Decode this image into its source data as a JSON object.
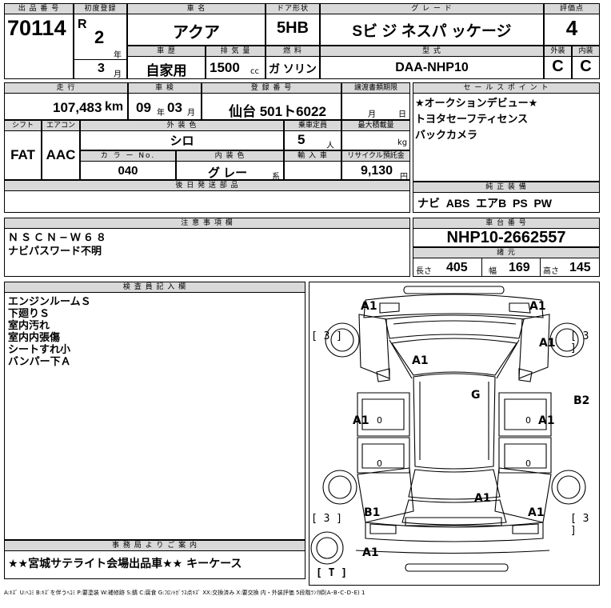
{
  "header": {
    "lot_label": "出 品 番 号",
    "lot_no": "70114",
    "first_reg_label": "初度登録",
    "first_reg_era": "R",
    "first_reg_year": "2",
    "year_unit": "年",
    "first_reg_month": "3",
    "month_unit": "月",
    "model_label": "車 名",
    "model": "アクア",
    "door_label": "ドア形状",
    "door": "5HB",
    "grade_label": "グ レ ー ド",
    "grade": "Sビ ジ ネスパ ッケージ",
    "score_label": "評価点",
    "score": "4",
    "ext_label": "外装",
    "ext": "C",
    "int_label": "内装",
    "int": "C",
    "history_label": "車 歴",
    "history": "自家用",
    "cc_label": "排 気 量",
    "cc": "1500",
    "cc_unit": "cc",
    "fuel_label": "燃 料",
    "fuel": "ガ ソリン",
    "type_label": "型 式",
    "type": "DAA-NHP10"
  },
  "row2": {
    "mileage_label": "走 行",
    "mileage": "107,483",
    "mileage_unit": "km",
    "inspection_label": "車 検",
    "insp_year": "09",
    "insp_year_unit": "年",
    "insp_month": "03",
    "insp_month_unit": "月",
    "plate_label": "登 録 番 号",
    "plate": "仙台 501ト6022",
    "transfer_label": "譲渡書類期限",
    "transfer_month_unit": "月",
    "transfer_day_unit": "日",
    "shift_label": "シフト",
    "shift": "FAT",
    "ac_label": "エアコン",
    "ac": "AAC",
    "exterior_color_label": "外 装 色",
    "exterior_color": "シロ",
    "capacity_label": "乗車定員",
    "capacity": "5",
    "capacity_unit": "人",
    "load_label": "最大積載量",
    "load_unit": "kg",
    "color_no_label": "カ ラ ー No.",
    "color_no": "040",
    "interior_color_label": "内 装 色",
    "interior_color": "グ レー",
    "interior_suffix": "系",
    "import_label": "輸 入 車",
    "recycle_label": "リサイクル預託金",
    "recycle": "9,130",
    "recycle_unit": "円",
    "later_parts_label": "後 日 発 送 部 品"
  },
  "sales": {
    "label": "セ ー ル ス ポ イ ン ト",
    "lines": [
      "★オークションデビュー★",
      "トヨタセーフティセンス",
      "バックカメラ"
    ]
  },
  "equipment": {
    "label": "純 正 装 備",
    "value": "ナビ  ABS  エアB  PS  PW"
  },
  "caution": {
    "label": "注 意 事 項 欄",
    "lines": [
      "ＮＳＣＮ−Ｗ６８",
      "ナビパスワード不明"
    ]
  },
  "chassis": {
    "label": "車 台 番 号",
    "value": "NHP10-2662557",
    "spec_label": "諸 元",
    "length_label": "長さ",
    "length": "405",
    "width_label": "幅",
    "width": "169",
    "height_label": "高さ",
    "height": "145"
  },
  "inspector": {
    "label": "検 査 員 記 入 欄",
    "lines": [
      "エンジンルームＳ",
      "下廻りＳ",
      "室内汚れ",
      "室内内張傷",
      "シートすれ小",
      "バンパー下Ａ"
    ]
  },
  "office": {
    "label": "事 務 局 よ り ご 案 内",
    "text": "★★宮城サテライト会場出品車★★ キーケース"
  },
  "diagram": {
    "marks": {
      "a1_front_left": "A1",
      "a1_front_right": "A1",
      "a1_right_fender": "A1",
      "a1_hood": "A1",
      "g_roof": "G",
      "b2_right": "B2",
      "a1_left_door": "A1",
      "a1_right_door": "A1",
      "b1_left_rear": "B1",
      "a1_trunk": "A1",
      "a1_rear_right": "A1",
      "a1_rear_bumper": "A1",
      "zero_1": "0",
      "zero_2": "0",
      "zero_3": "0",
      "zero_4": "0",
      "br_front_left": "[ 3 ]",
      "br_front_right": "[ 3 ]",
      "br_rear_left": "[ 3 ]",
      "br_rear_right": "[ 3 ]",
      "br_t": "[ T ]"
    }
  },
  "legend": "A:ｷｽﾞ U:ﾍｺﾐ B:ｷｽﾞを伴うﾍｺﾐ P:要塗装 W:補修跡 S:錆 C:腐食 G:ﾌﾛﾝﾄｶﾞﾗｽ点ｷｽﾞ XX:交換済み X:要交換  内・外装評価  5段階ﾗﾝｸ順(A･B･C･D･E) 1"
}
